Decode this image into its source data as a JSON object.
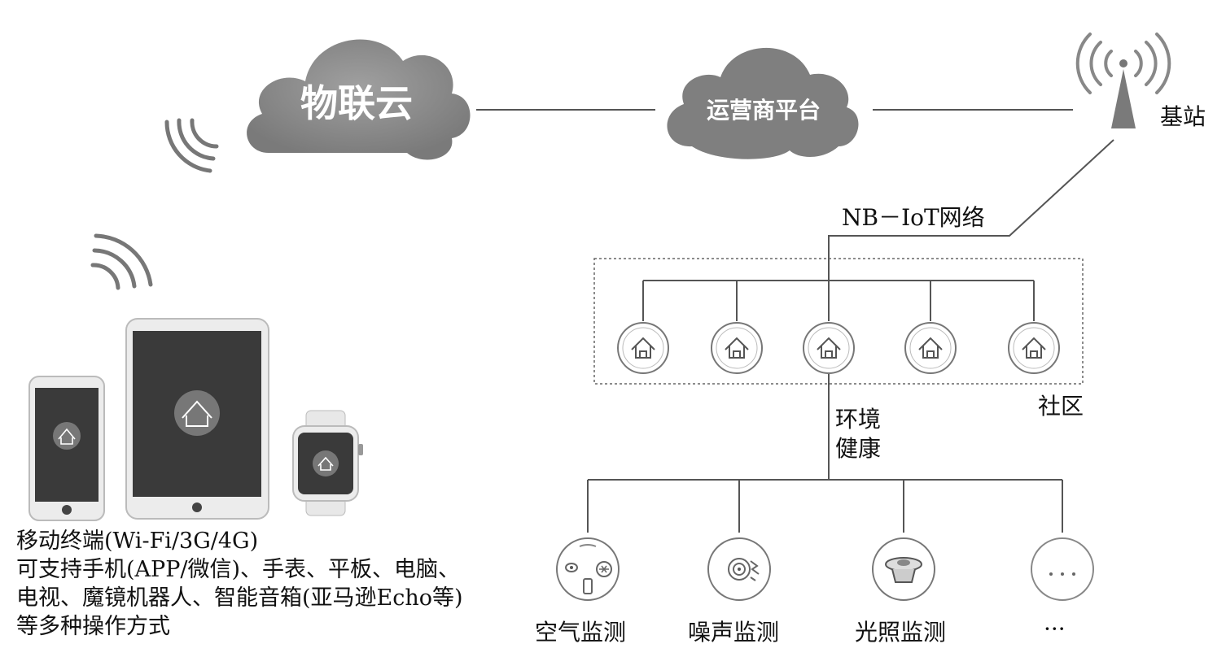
{
  "clouds": {
    "iot_cloud": "物联云",
    "operator_platform": "运营商平台"
  },
  "base_station": {
    "label": "基站"
  },
  "network": {
    "label": "NB－IoT网络"
  },
  "community": {
    "label": "社区",
    "houses": 5
  },
  "branch": {
    "line1": "环境",
    "line2": "健康"
  },
  "monitors": [
    {
      "label": "空气监测",
      "icon": "air-sensor-icon"
    },
    {
      "label": "噪声监测",
      "icon": "noise-sensor-icon"
    },
    {
      "label": "光照监测",
      "icon": "light-sensor-icon"
    },
    {
      "label": "···",
      "icon": "more-icon"
    }
  ],
  "terminals": {
    "line1": "移动终端(Wi-Fi/3G/4G)",
    "line2": "可支持手机(APP/微信)、手表、平板、电脑、",
    "line3": "电视、魔镜机器人、智能音箱(亚马逊Echo等)",
    "line4": "等多种操作方式"
  },
  "colors": {
    "cloud": "#8a8a8a",
    "device_frame": "#e6e6e6",
    "screen": "#3a3a3a",
    "line": "#555555"
  }
}
